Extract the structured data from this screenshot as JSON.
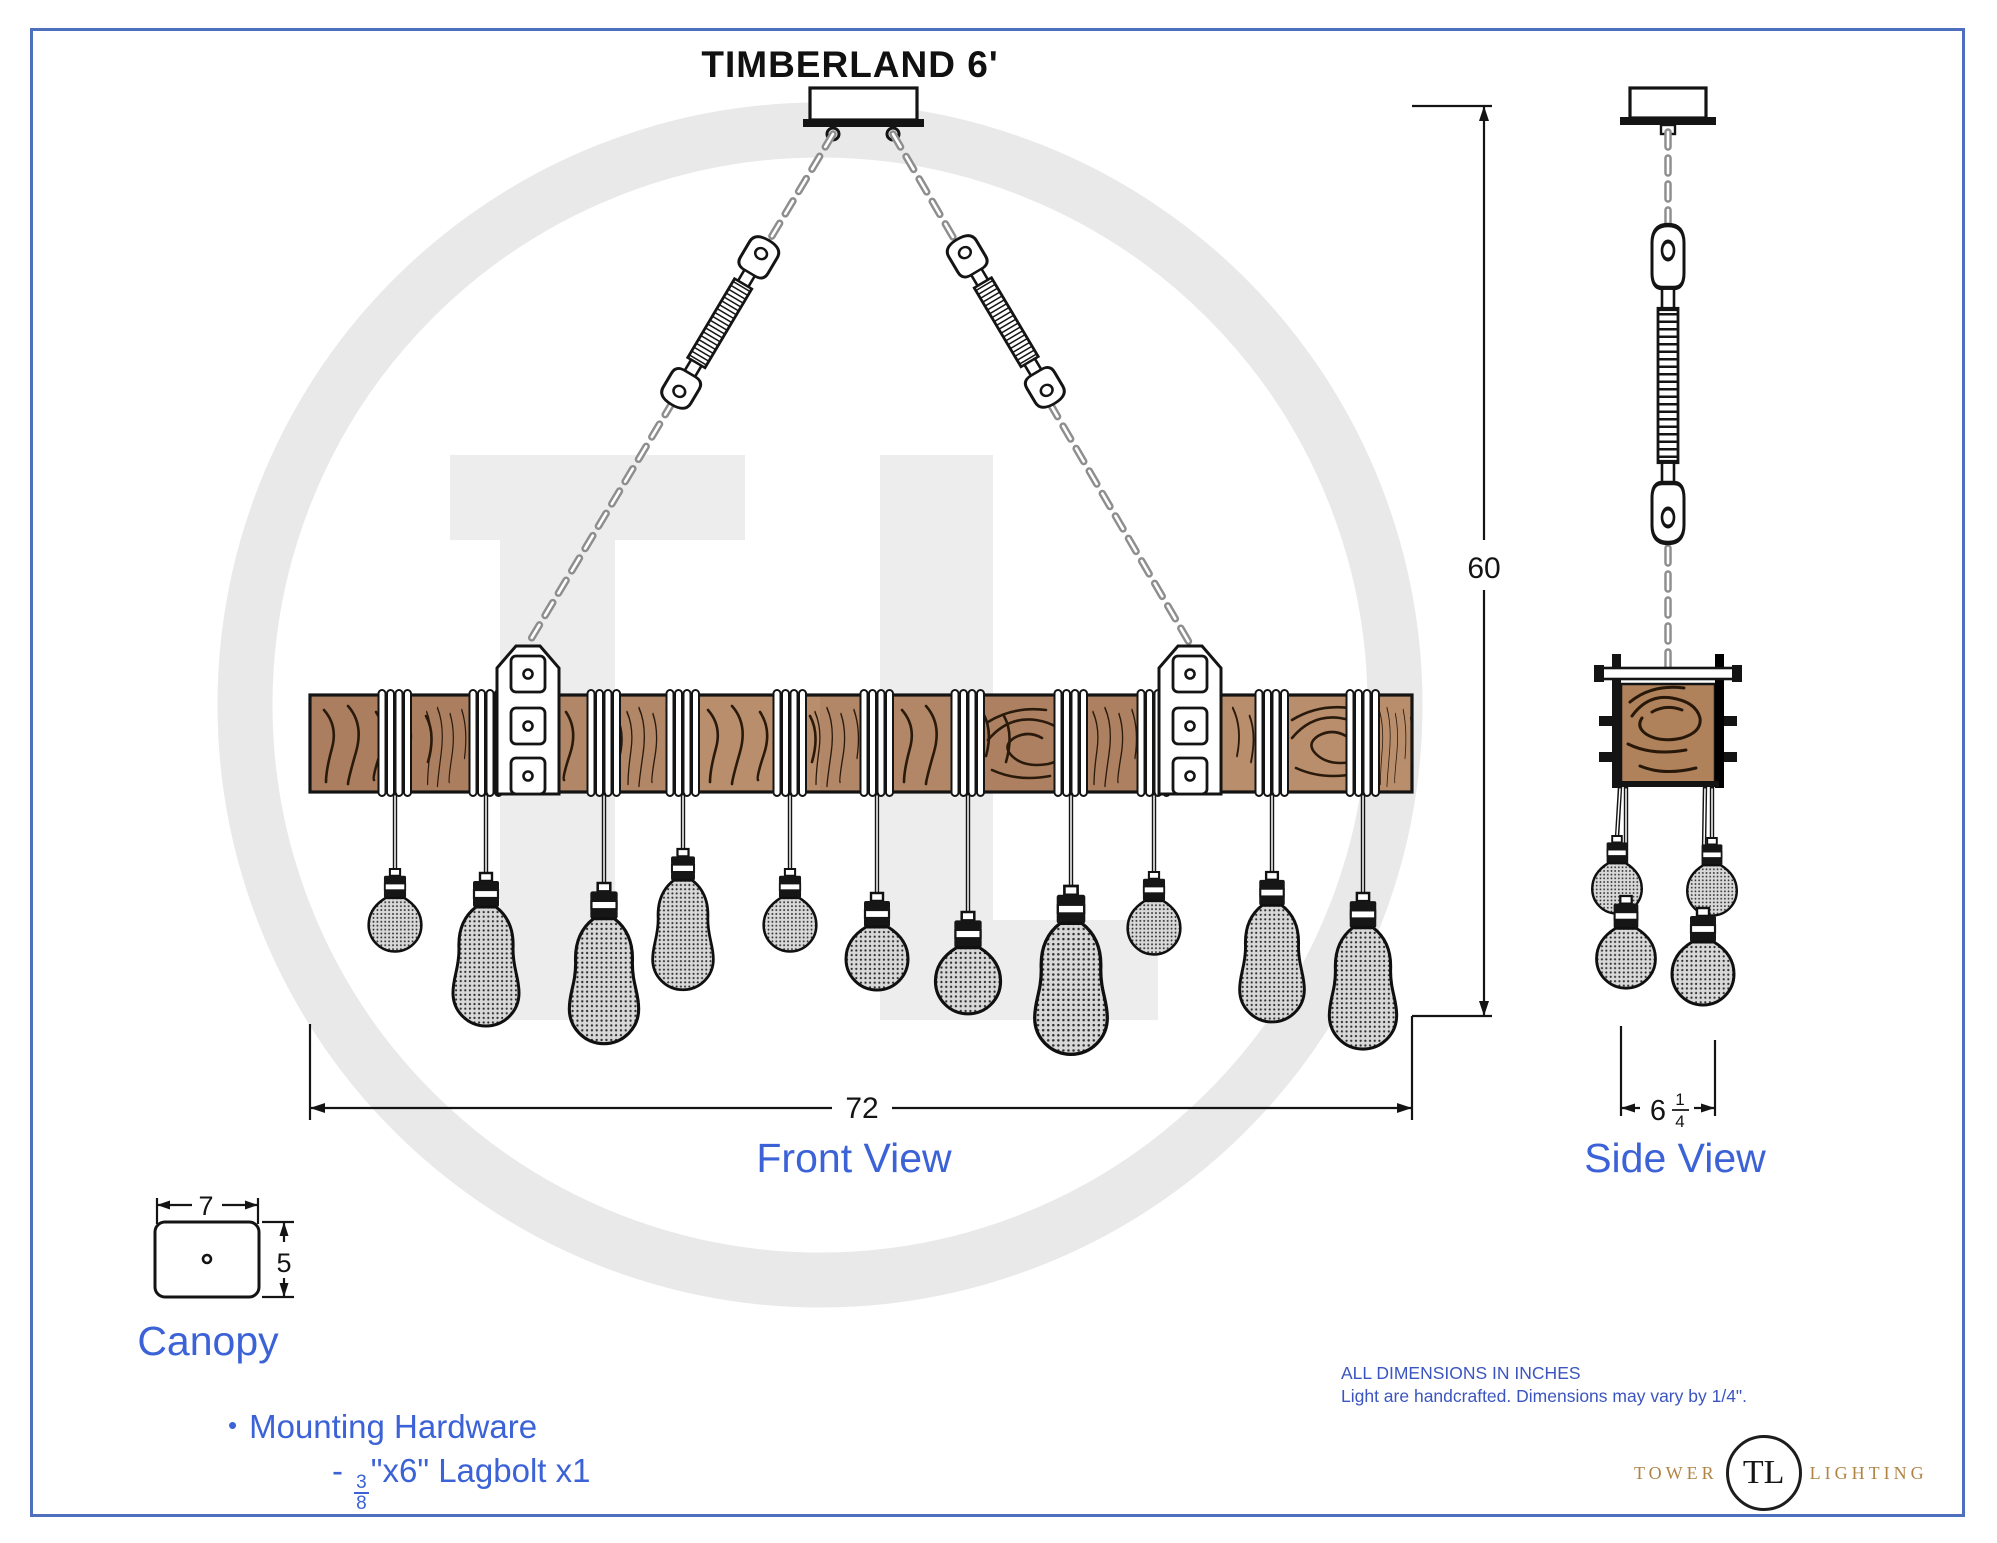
{
  "page": {
    "title": "TIMBERLAND 6'"
  },
  "front_view": {
    "label": "Front View",
    "width_in": "72",
    "height_in": "60"
  },
  "side_view": {
    "label": "Side View",
    "width_whole": "6",
    "width_frac_num": "1",
    "width_frac_den": "4"
  },
  "canopy": {
    "label": "Canopy",
    "width_in": "7",
    "height_in": "5"
  },
  "notes": {
    "line1": "ALL DIMENSIONS IN INCHES",
    "line2": "Light are handcrafted. Dimensions may vary by 1/4\"."
  },
  "mounting": {
    "bullet": "•",
    "heading": "Mounting Hardware",
    "item_prefix": "- ",
    "item_frac_num": "3",
    "item_frac_den": "8",
    "item_suffix": "\"x6\" Lagbolt x1"
  },
  "logo": {
    "word_left": "TOWER",
    "monogram": "TL",
    "word_right": "LIGHTING"
  },
  "watermark": {
    "monogram": "TL"
  },
  "colors": {
    "accent_blue": "#3b62d6",
    "notes_blue": "#3b55c0",
    "border_blue": "#4e6fbe",
    "logo_gold": "#b08444",
    "beam_brown": "#b18767",
    "chain_gray": "#8e8e8e"
  }
}
